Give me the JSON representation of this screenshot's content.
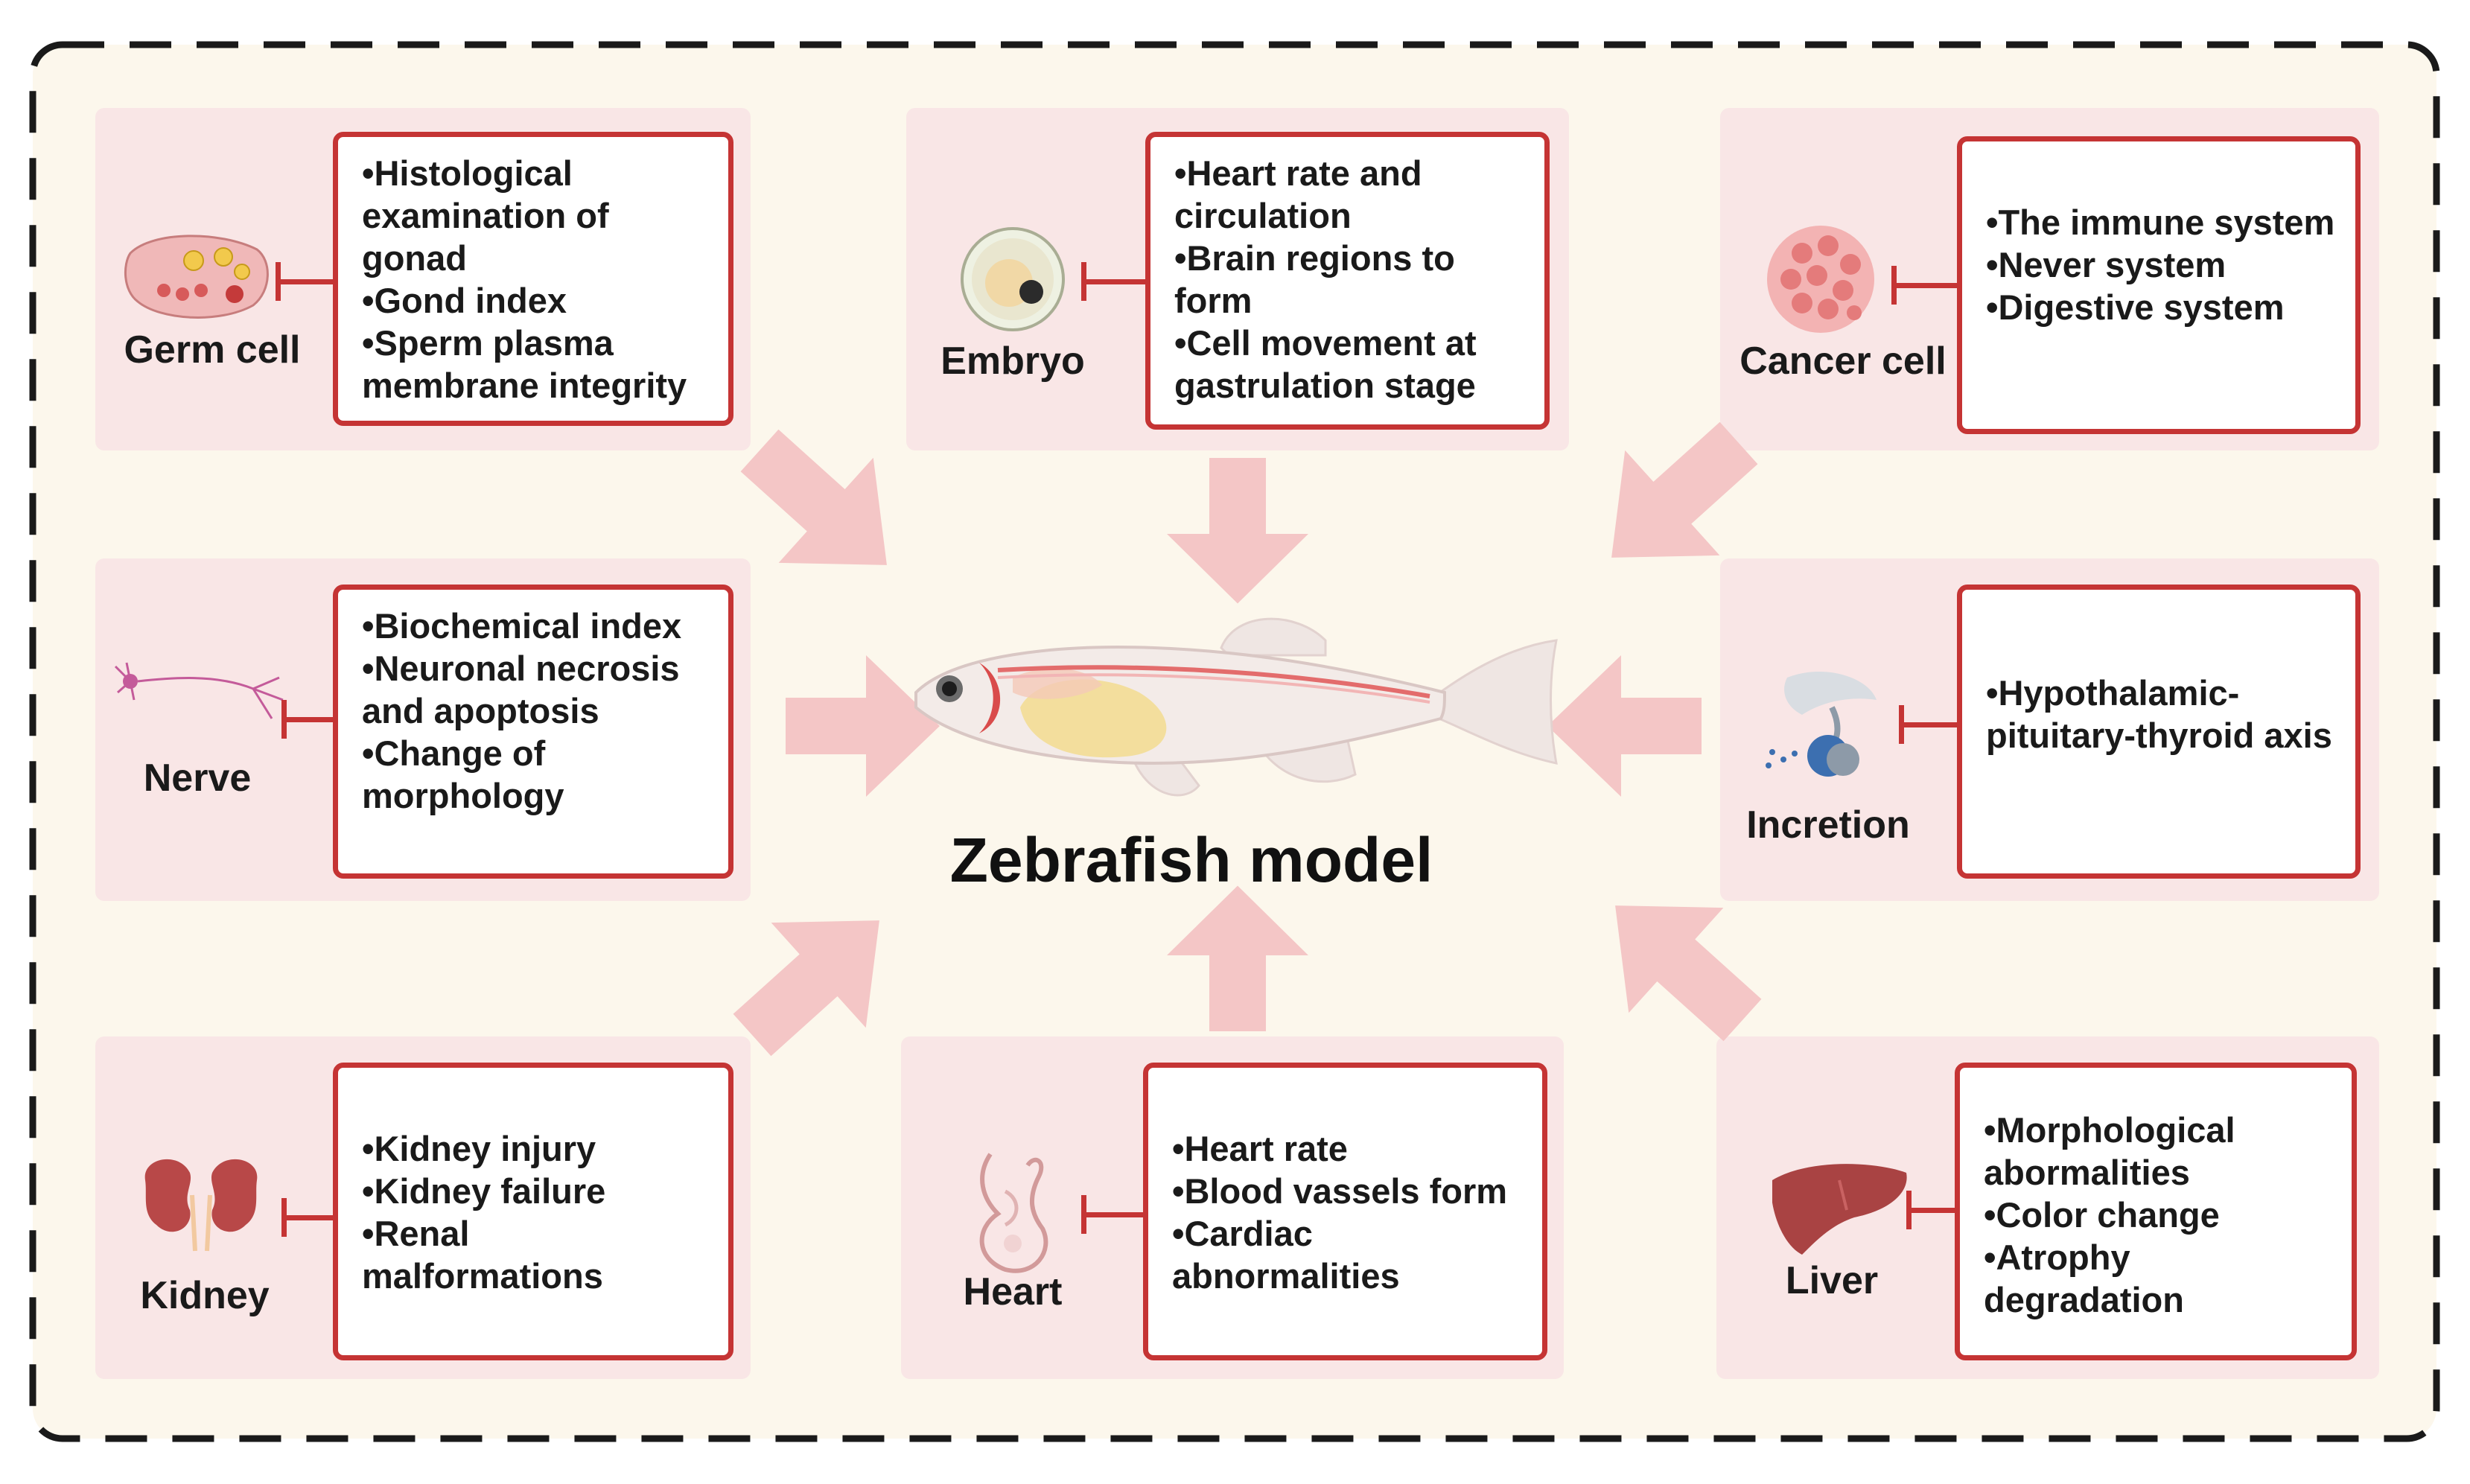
{
  "center_title": "Zebrafish model",
  "panels": {
    "germ_cell": {
      "label": "Germ cell",
      "items": [
        "Histological examination of gonad",
        "Gond index",
        "Sperm plasma membrane integrity"
      ]
    },
    "embryo": {
      "label": "Embryo",
      "items": [
        "Heart rate and circulation",
        "Brain regions to form",
        "Cell movement at gastrulation stage"
      ]
    },
    "cancer_cell": {
      "label": "Cancer cell",
      "items": [
        "The immune system",
        "Never system",
        "Digestive system"
      ]
    },
    "nerve": {
      "label": "Nerve",
      "items": [
        "Biochemical index",
        "Neuronal necrosis and apoptosis",
        "Change of morphology"
      ]
    },
    "incretion": {
      "label": "Incretion",
      "items": [
        "Hypothalamic-pituitary-thyroid axis"
      ]
    },
    "kidney": {
      "label": "Kidney",
      "items": [
        "Kidney injury",
        "Kidney failure",
        "Renal malformations"
      ]
    },
    "heart": {
      "label": "Heart",
      "items": [
        "Heart rate",
        "Blood vassels form",
        "Cardiac abnormalities"
      ]
    },
    "liver": {
      "label": "Liver",
      "items": [
        "Morphological abormalities",
        "Color change",
        "Atrophy degradation"
      ]
    }
  },
  "colors": {
    "box_border": "#c53434",
    "panel_fill": "#f9e6e6",
    "background": "#fcf7ec",
    "arrow": "#f4c6c6"
  }
}
